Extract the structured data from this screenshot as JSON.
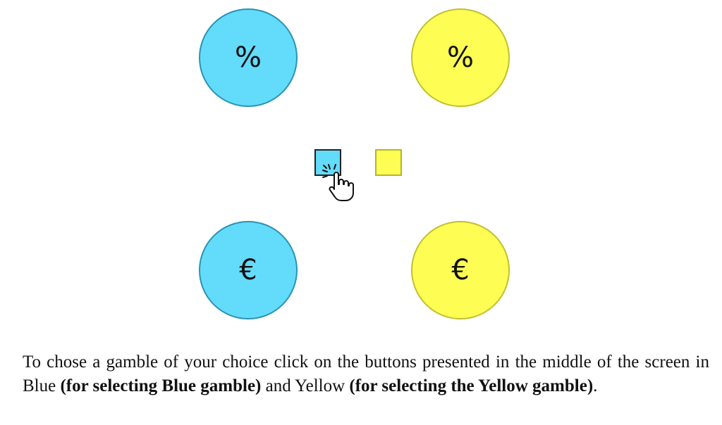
{
  "gambles": {
    "blue": {
      "top_symbol": "%",
      "bottom_symbol": "€",
      "color": "#62dcfa",
      "border_color": "#2a93b5"
    },
    "yellow": {
      "top_symbol": "%",
      "bottom_symbol": "€",
      "color": "#fdfd54",
      "border_color": "#c2c02e"
    }
  },
  "buttons": {
    "blue_color": "#62dcfa",
    "yellow_color": "#fdfd54"
  },
  "cursor_icon": "hand-pointer-click-icon",
  "instructions": {
    "part1": "To chose a gamble of your choice click on the buttons presented in the middle of the screen in Blue ",
    "part2": "(for selecting Blue gamble)",
    "part3": " and Yellow ",
    "part4": "(for selecting the Yellow gamble)",
    "part5": "."
  }
}
